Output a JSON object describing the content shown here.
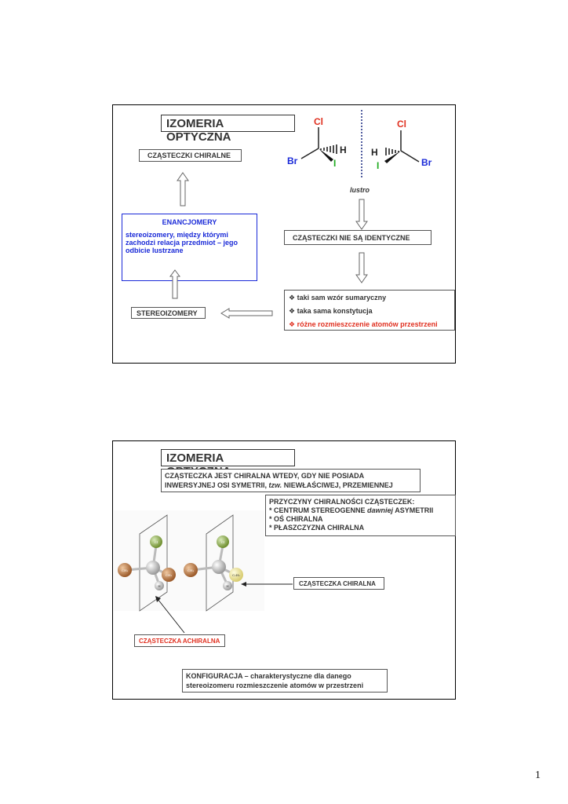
{
  "slide1": {
    "title": "IZOMERIA OPTYCZNA",
    "chiral_box": "CZĄSTECZKI CHIRALNE",
    "enantiomers": {
      "heading": "ENANCJOMERY",
      "line1": "stereoizomery, między którymi",
      "line2": "zachodzi relacja przedmiot – jego",
      "line3": "odbicie lustrzane"
    },
    "stereoisomers": "STEREOIZOMERY",
    "not_identical": "CZĄSTECZKI NIE SĄ IDENTYCZNE",
    "mirror": "lustro",
    "bullets": [
      "taki sam wzór sumaryczny",
      "taka sama konstytucja",
      "różne rozmieszczenie atomów przestrzeni"
    ],
    "bullet_symbol": "❖",
    "molecule_left": {
      "top": "Cl",
      "right": "H",
      "left": "Br",
      "bottom": "I"
    },
    "molecule_right": {
      "top": "Cl",
      "left": "H",
      "bottom": "I",
      "right": "Br"
    }
  },
  "slide2": {
    "title": "IZOMERIA OPTYCZNA",
    "definition_line1": "CZĄSTECZKA JEST CHIRALNA WTEDY, GDY NIE POSIADA",
    "definition_line2_pre": "INWERSYJNEJ OSI SYMETRII, ",
    "definition_line2_em": "tzw.",
    "definition_line2_post": " NIEWŁAŚCIWEJ, PRZEMIENNEJ",
    "reasons": {
      "heading": "PRZYCZYNY CHIRALNOŚCI CZĄSTECZEK:",
      "item1_pre": "*  CENTRUM STEREOGENNE ",
      "item1_em": "dawniej",
      "item1_post": " ASYMETRII",
      "item2": "*  OŚ CHIRALNA",
      "item3": "*  PŁASZCZYZNA CHIRALNA"
    },
    "chiral_label": "CZĄSTECZKA CHIRALNA",
    "achiral_label": "CZĄSTECZKA ACHIRALNA",
    "configuration_line1": "KONFIGURACJA  –   charakterystyczne dla danego",
    "configuration_line2": "stereoizomeru rozmieszczenie atomów w przestrzeni",
    "model_labels": {
      "cl": "Cl",
      "ch3": "CH₃",
      "h": "H",
      "c2h5": "C₂H₅"
    }
  },
  "page_number": "1",
  "colors": {
    "red": "#e03020",
    "blue": "#1a2ad8",
    "green": "#1faa1f",
    "enancjo_border": "#1a2ad8"
  }
}
